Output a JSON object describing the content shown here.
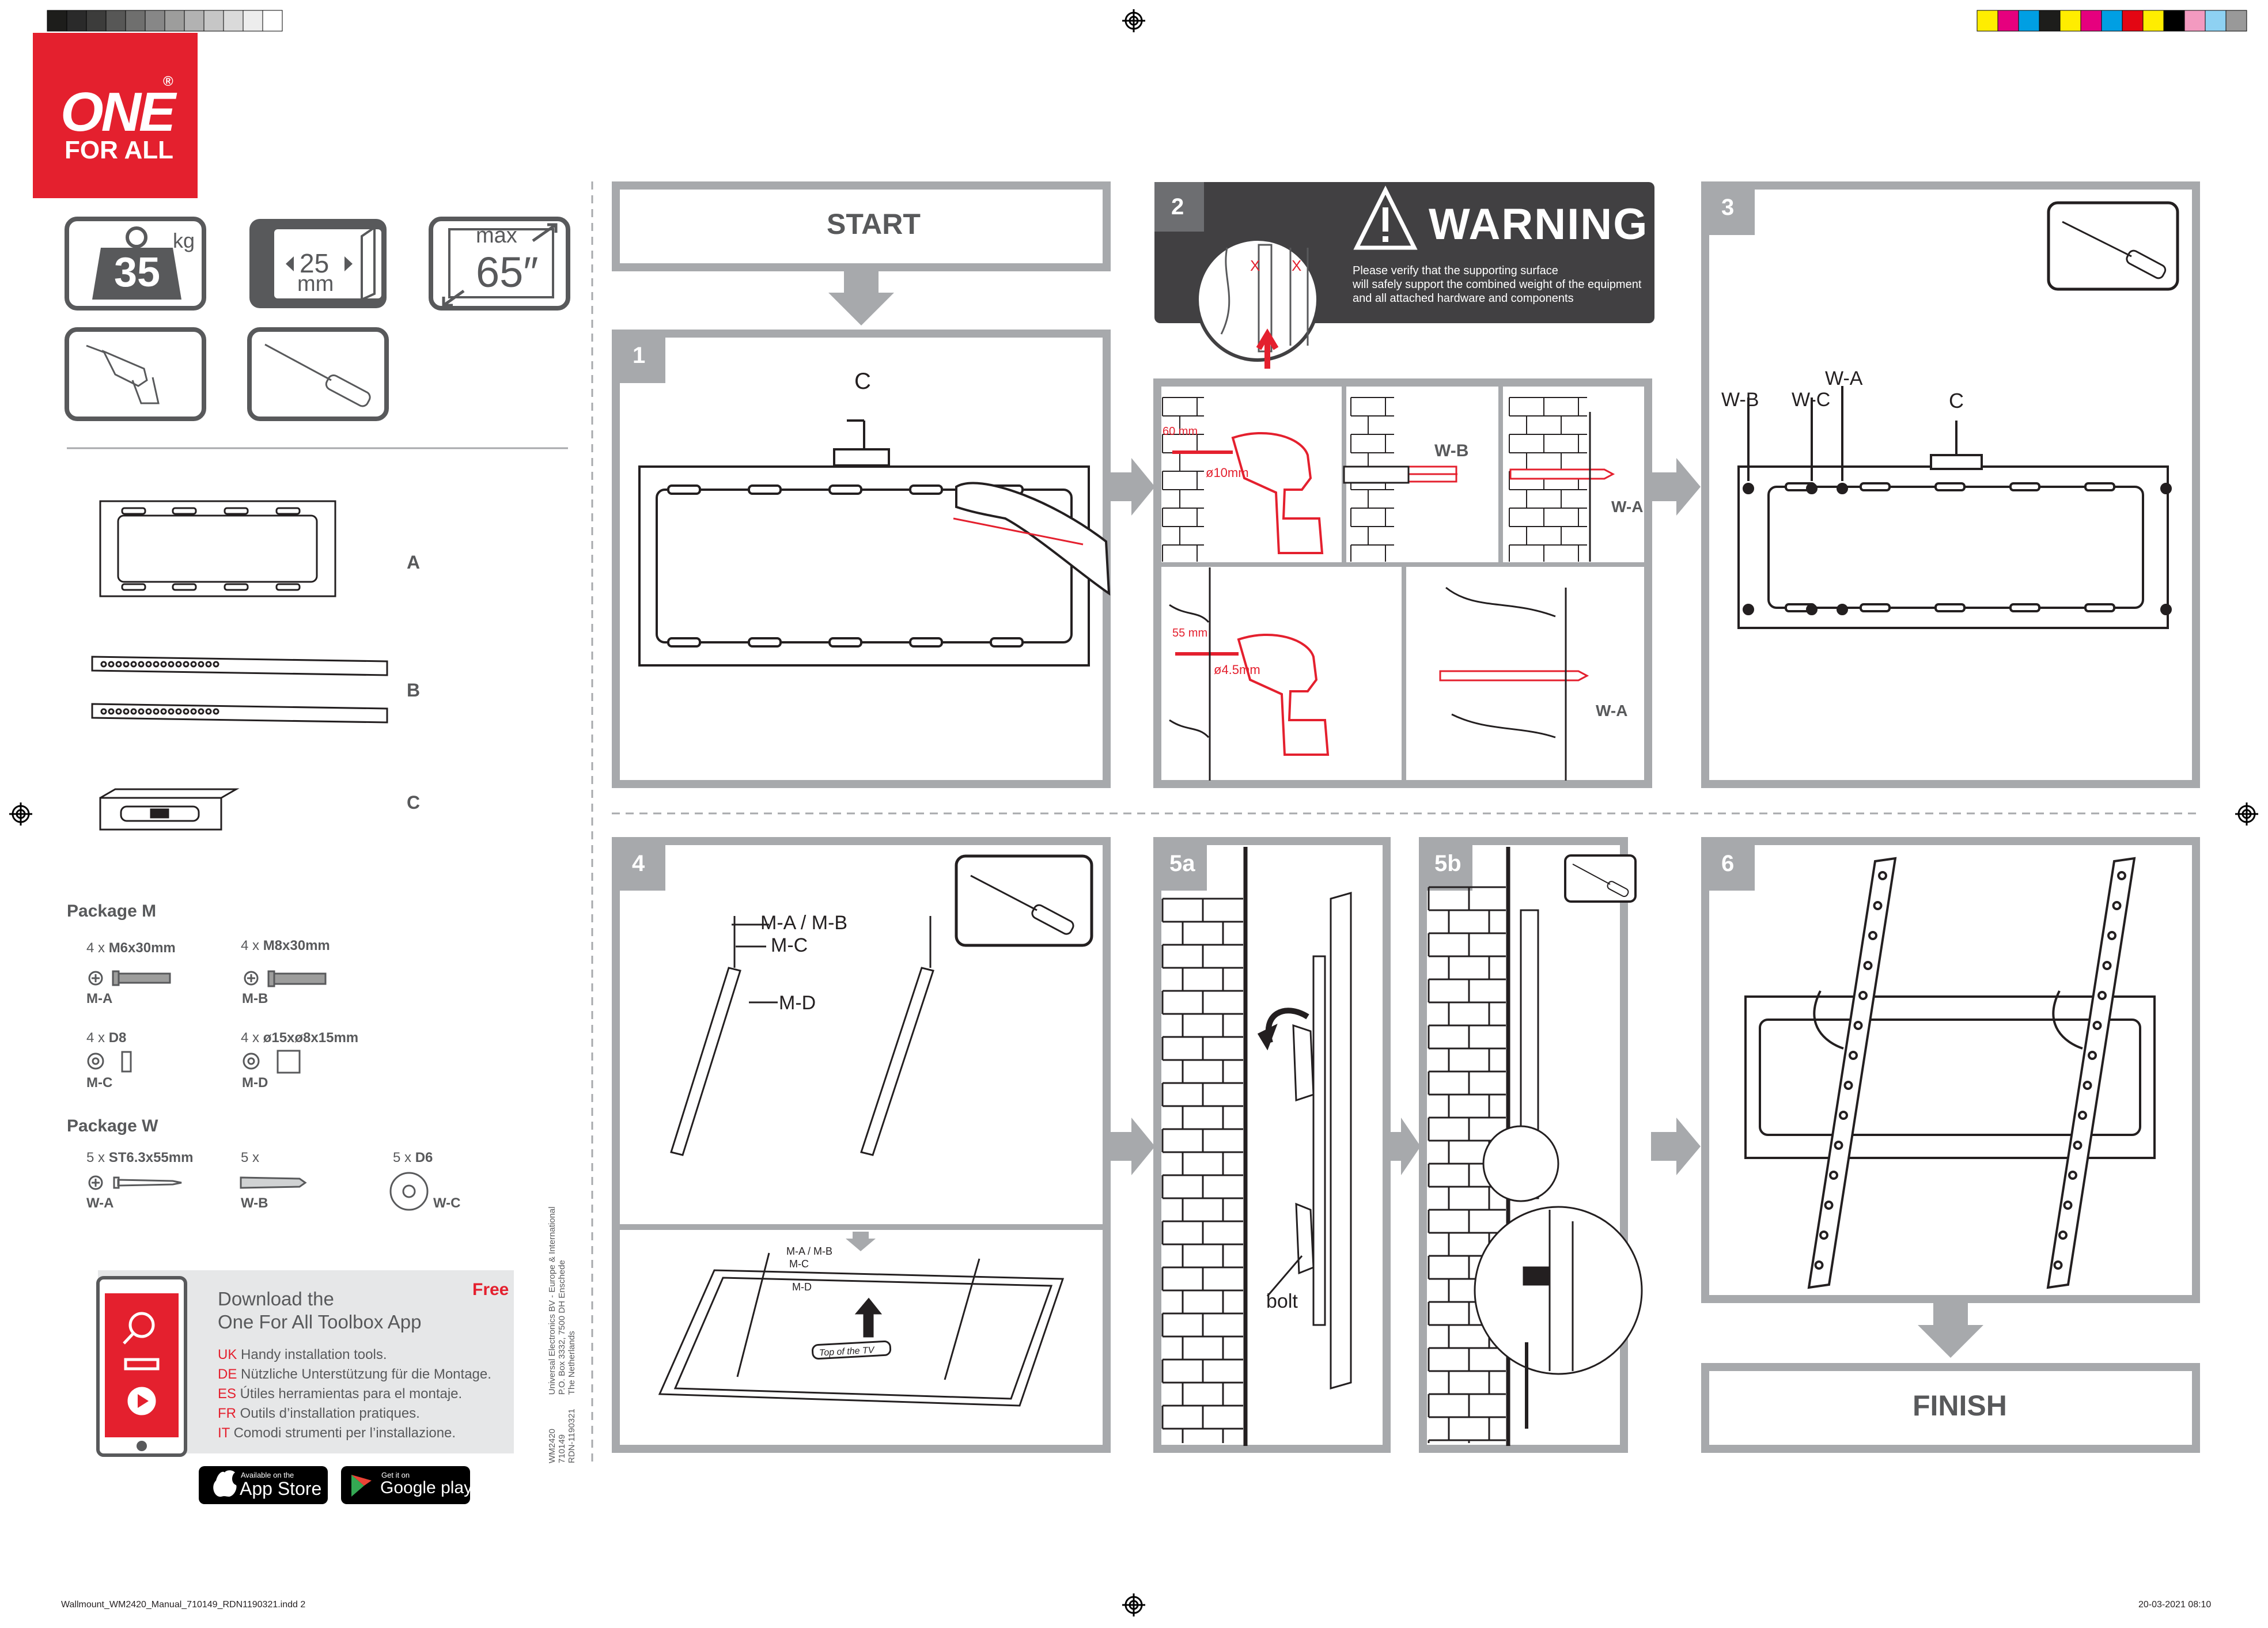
{
  "brand": {
    "line1": "ONE",
    "line2": "FOR ALL",
    "reg": "®",
    "color": "#e4202e"
  },
  "specs": {
    "weight_value": "35",
    "weight_unit": "kg",
    "thickness_value": "25",
    "thickness_unit": "mm",
    "screen_prefix": "max",
    "screen_value": "65″"
  },
  "parts": {
    "a": "A",
    "b": "B",
    "c": "C"
  },
  "package_m": {
    "title": "Package M",
    "items": [
      {
        "qty": "4 x",
        "name": "M6x30mm",
        "code": "M-A"
      },
      {
        "qty": "4 x",
        "name": "M8x30mm",
        "code": "M-B"
      },
      {
        "qty": "4 x",
        "name": "D8",
        "code": "M-C"
      },
      {
        "qty": "4 x",
        "name": "ø15xø8x15mm",
        "code": "M-D"
      }
    ]
  },
  "package_w": {
    "title": "Package W",
    "items": [
      {
        "qty": "5 x",
        "name": "ST6.3x55mm",
        "code": "W-A"
      },
      {
        "qty": "5 x",
        "name": "",
        "code": "W-B"
      },
      {
        "qty": "5 x",
        "name": "D6",
        "code": "W-C"
      }
    ]
  },
  "app": {
    "title_line1": "Download the",
    "title_line2": "One For All Toolbox App",
    "free": "Free",
    "langs": [
      {
        "code": "UK",
        "text": "Handy installation tools."
      },
      {
        "code": "DE",
        "text": "Nützliche Unterstützung für die Montage."
      },
      {
        "code": "ES",
        "text": "Útiles herramientas para el montaje."
      },
      {
        "code": "FR",
        "text": "Outils d’installation pratiques."
      },
      {
        "code": "IT",
        "text": "Comodi strumenti per l’installazione."
      }
    ],
    "appstore_small": "Available on the",
    "appstore_big": "App Store",
    "googleplay_small": "Get it on",
    "googleplay_big": "Google play"
  },
  "imprint": {
    "col1": [
      "WM2420",
      "710149",
      "RDN-1190321"
    ],
    "col2": [
      "Universal Electronics BV - Europe & International",
      "P.O. Box 3332, 7500 DH Enschede",
      "The Netherlands"
    ]
  },
  "steps": {
    "start": "START",
    "finish": "FINISH",
    "s1": "1",
    "s2": "2",
    "s3": "3",
    "s4": "4",
    "s5a": "5a",
    "s5b": "5b",
    "s6": "6"
  },
  "warning": {
    "title": "WARNING",
    "text_lines": [
      "Please verify that the supporting surface",
      "will safely support the combined weight of the equipment",
      "and all attached hardware and components"
    ],
    "mark": "X"
  },
  "labels": {
    "c": "C",
    "wa": "W-A",
    "wb": "W-B",
    "wc": "W-C",
    "ma_mb": "M-A / M-B",
    "mc": "M-C",
    "md": "M-D",
    "d60": "60 mm",
    "d10": "ø10mm",
    "d55": "55 mm",
    "d45": "ø4.5mm",
    "top_of_tv": "Top of the TV",
    "bolt": "bolt"
  },
  "footer": {
    "file": "Wallmount_WM2420_Manual_710149_RDN1190321.indd   2",
    "date": "20-03-2021   08:10"
  },
  "colors": {
    "gray_frame": "#a7a9ac",
    "dark_gray": "#58595b",
    "warning_bg": "#414042",
    "red": "#e4202e"
  },
  "color_bar": [
    "#ffed00",
    "#e6007e",
    "#009fe3",
    "#1d1d1b",
    "#ffed00",
    "#e6007e",
    "#009fe3",
    "#e30613",
    "#ffed00",
    "#000000",
    "#f39ac0",
    "#8ed1f2",
    "#999999"
  ],
  "gray_bar": [
    "#1d1d1b",
    "#2a2a2a",
    "#3c3c3b",
    "#575756",
    "#6f6f6e",
    "#878787",
    "#9d9d9c",
    "#b2b2b2",
    "#c6c6c6",
    "#dadada",
    "#ededed",
    "#ffffff"
  ]
}
